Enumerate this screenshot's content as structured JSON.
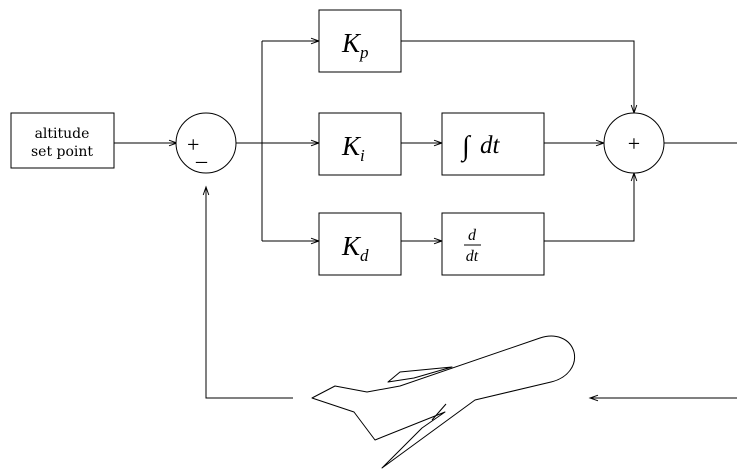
{
  "setpoint": {
    "line1": "altitude",
    "line2": "set point"
  },
  "summer_error": {
    "plus": "+",
    "minus": "_"
  },
  "gains": {
    "kp": {
      "base": "K",
      "sub": "p"
    },
    "ki": {
      "base": "K",
      "sub": "i"
    },
    "kd": {
      "base": "K",
      "sub": "d"
    }
  },
  "integrator": {
    "symbol": "∫",
    "text": "dt"
  },
  "differentiator": {
    "numerator": "d",
    "denominator": "dt"
  },
  "summer_output": {
    "plus": "+"
  },
  "plant": {
    "icon": "airplane-icon"
  }
}
